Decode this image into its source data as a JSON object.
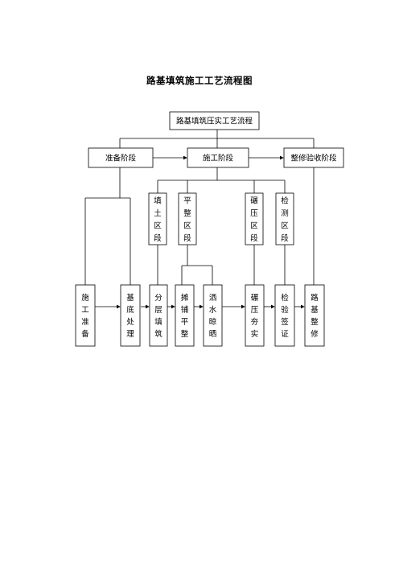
{
  "title": "路基填筑施工工艺流程图",
  "top_box": "路基填筑压实工艺流程",
  "stages": {
    "prep": "准备阶段",
    "construction": "施工阶段",
    "acceptance": "整修验收阶段"
  },
  "zones": [
    "填土区段",
    "平整区段",
    "碾压区段",
    "检测区段"
  ],
  "steps": [
    "施工准备",
    "基底处理",
    "分层填筑",
    "摊铺平整",
    "洒水晾晒",
    "碾压夯实",
    "检验签证",
    "路基整修"
  ]
}
